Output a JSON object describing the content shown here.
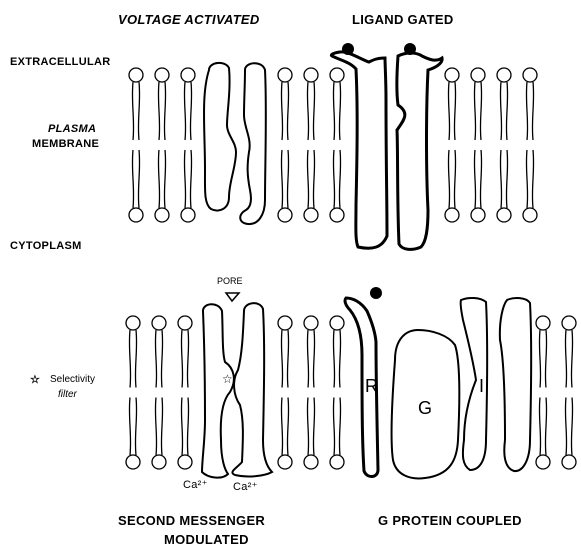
{
  "titles": {
    "voltage": "VOLTAGE ACTIVATED",
    "ligand": "LIGAND GATED",
    "second_1": "SECOND MESSENGER",
    "second_2": "MODULATED",
    "gprotein": "G PROTEIN COUPLED"
  },
  "side_labels": {
    "extracellular": "EXTRACELLULAR",
    "plasma": "PLASMA",
    "membrane": "MEMBRANE",
    "cytoplasm": "CYTOPLASM",
    "selectivity": "Selectivity",
    "filter": "filter"
  },
  "annotations": {
    "pore": "PORE",
    "ca_left": "Ca²⁺",
    "ca_right": "Ca²⁺",
    "star": "☆"
  },
  "protein_letters": {
    "r": "R",
    "g": "G",
    "i": "I"
  }
}
